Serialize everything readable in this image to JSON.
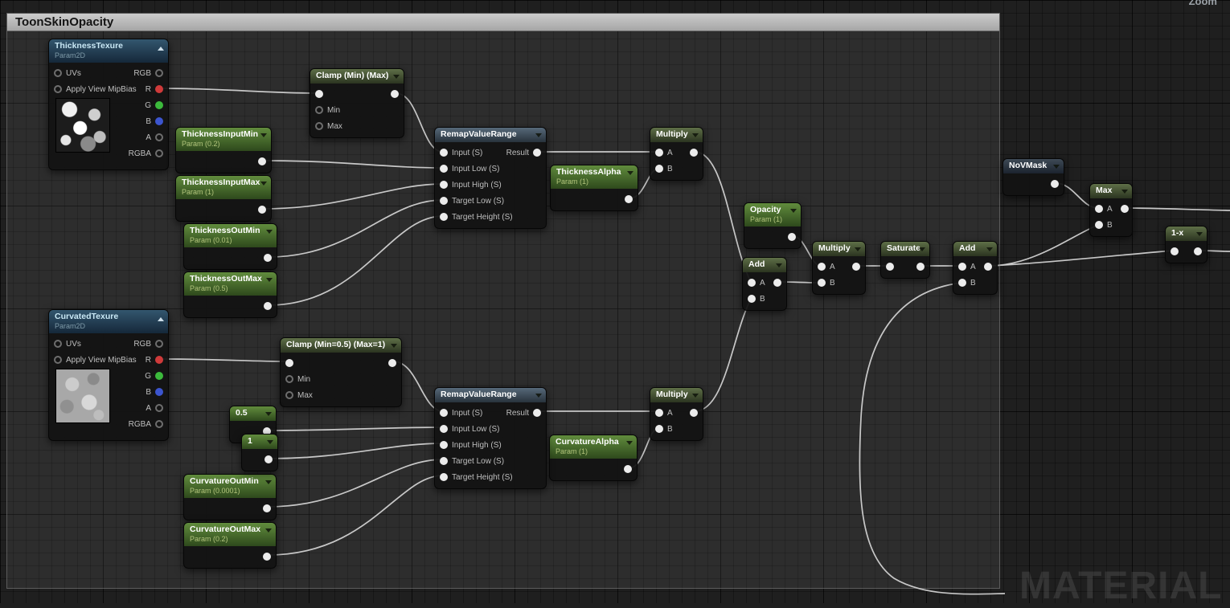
{
  "canvas": {
    "zoom_label": "Zoom",
    "watermark": "MATERIAL"
  },
  "comment": {
    "title": "ToonSkinOpacity"
  },
  "nodes": {
    "thicknessTexture": {
      "title": "ThicknessTexure",
      "subtitle": "Param2D",
      "inputs": [
        "UVs",
        "Apply View MipBias"
      ],
      "outputs": [
        "RGB",
        "R",
        "G",
        "B",
        "A",
        "RGBA"
      ]
    },
    "curvatedTexture": {
      "title": "CurvatedTexure",
      "subtitle": "Param2D",
      "inputs": [
        "UVs",
        "Apply View MipBias"
      ],
      "outputs": [
        "RGB",
        "R",
        "G",
        "B",
        "A",
        "RGBA"
      ]
    },
    "thicknessInputMin": {
      "title": "ThicknessInputMin",
      "subtitle": "Param (0.2)"
    },
    "thicknessInputMax": {
      "title": "ThicknessInputMax",
      "subtitle": "Param (1)"
    },
    "thicknessOutMin": {
      "title": "ThicknessOutMin",
      "subtitle": "Param (0.01)"
    },
    "thicknessOutMax": {
      "title": "ThicknessOutMax",
      "subtitle": "Param (0.5)"
    },
    "curvatureOutMin": {
      "title": "CurvatureOutMin",
      "subtitle": "Param (0.0001)"
    },
    "curvatureOutMax": {
      "title": "CurvatureOutMax",
      "subtitle": "Param (0.2)"
    },
    "thicknessAlpha": {
      "title": "ThicknessAlpha",
      "subtitle": "Param (1)"
    },
    "curvatureAlpha": {
      "title": "CurvatureAlpha",
      "subtitle": "Param (1)"
    },
    "opacity": {
      "title": "Opacity",
      "subtitle": "Param (1)"
    },
    "clampThickness": {
      "title": "Clamp (Min) (Max)",
      "pins": [
        "Min",
        "Max"
      ]
    },
    "clampCurvature": {
      "title": "Clamp (Min=0.5) (Max=1)",
      "pins": [
        "Min",
        "Max"
      ]
    },
    "remapThickness": {
      "title": "RemapValueRange",
      "inputs": [
        "Input (S)",
        "Input Low (S)",
        "Input High (S)",
        "Target Low (S)",
        "Target Height (S)"
      ],
      "output": "Result"
    },
    "remapCurvature": {
      "title": "RemapValueRange",
      "inputs": [
        "Input (S)",
        "Input Low (S)",
        "Input High (S)",
        "Target Low (S)",
        "Target Height (S)"
      ],
      "output": "Result"
    },
    "multiplyThickness": {
      "title": "Multiply",
      "pins": [
        "A",
        "B"
      ]
    },
    "multiplyCurvature": {
      "title": "Multiply",
      "pins": [
        "A",
        "B"
      ]
    },
    "multiplyFinal": {
      "title": "Multiply",
      "pins": [
        "A",
        "B"
      ]
    },
    "addCombine": {
      "title": "Add",
      "pins": [
        "A",
        "B"
      ]
    },
    "addFinal": {
      "title": "Add",
      "pins": [
        "A",
        "B"
      ]
    },
    "saturate": {
      "title": "Saturate"
    },
    "maxNode": {
      "title": "Max",
      "pins": [
        "A",
        "B"
      ]
    },
    "oneMinusX": {
      "title": "1-x"
    },
    "noVMask": {
      "title": "NoVMask"
    },
    "constHalf": {
      "title": "0.5"
    },
    "constOne": {
      "title": "1"
    }
  }
}
